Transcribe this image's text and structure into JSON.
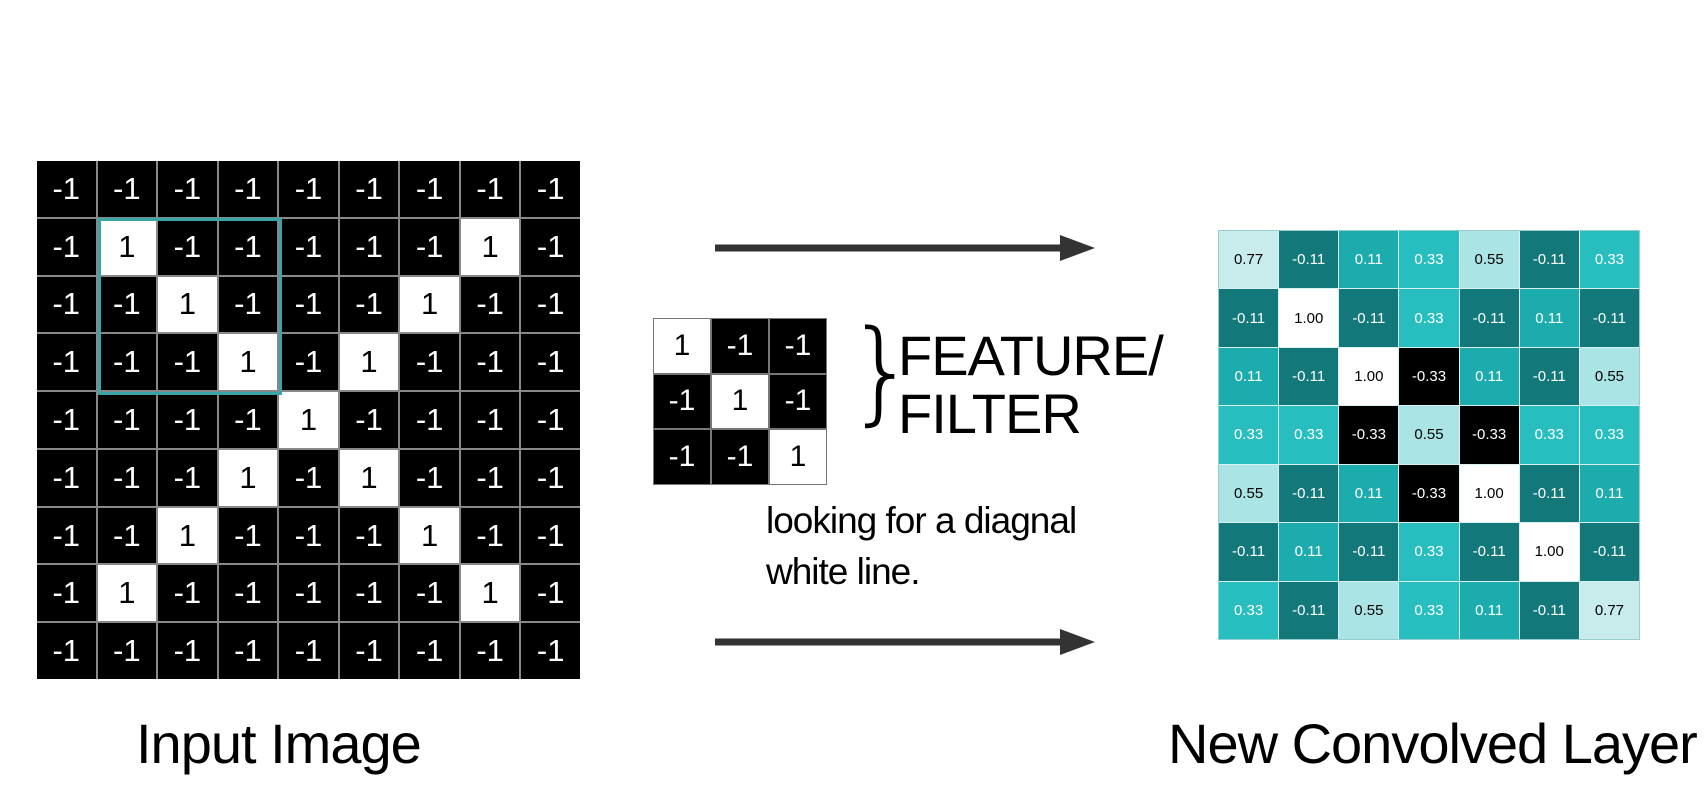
{
  "input_image": {
    "title": "Input Image",
    "values": [
      [
        "-1",
        "-1",
        "-1",
        "-1",
        "-1",
        "-1",
        "-1",
        "-1",
        "-1"
      ],
      [
        "-1",
        "1",
        "-1",
        "-1",
        "-1",
        "-1",
        "-1",
        "1",
        "-1"
      ],
      [
        "-1",
        "-1",
        "1",
        "-1",
        "-1",
        "-1",
        "1",
        "-1",
        "-1"
      ],
      [
        "-1",
        "-1",
        "-1",
        "1",
        "-1",
        "1",
        "-1",
        "-1",
        "-1"
      ],
      [
        "-1",
        "-1",
        "-1",
        "-1",
        "1",
        "-1",
        "-1",
        "-1",
        "-1"
      ],
      [
        "-1",
        "-1",
        "-1",
        "1",
        "-1",
        "1",
        "-1",
        "-1",
        "-1"
      ],
      [
        "-1",
        "-1",
        "1",
        "-1",
        "-1",
        "-1",
        "1",
        "-1",
        "-1"
      ],
      [
        "-1",
        "1",
        "-1",
        "-1",
        "-1",
        "-1",
        "-1",
        "1",
        "-1"
      ],
      [
        "-1",
        "-1",
        "-1",
        "-1",
        "-1",
        "-1",
        "-1",
        "-1",
        "-1"
      ]
    ]
  },
  "filter": {
    "label_line1": "FEATURE/",
    "label_line2": "FILTER",
    "note_line1": "looking for a diagnal",
    "note_line2": "white line.",
    "values": [
      [
        "1",
        "-1",
        "-1"
      ],
      [
        "-1",
        "1",
        "-1"
      ],
      [
        "-1",
        "-1",
        "1"
      ]
    ]
  },
  "convolved_layer": {
    "title": "New Convolved Layer",
    "values": [
      [
        "0.77",
        "-0.11",
        "0.11",
        "0.33",
        "0.55",
        "-0.11",
        "0.33"
      ],
      [
        "-0.11",
        "1.00",
        "-0.11",
        "0.33",
        "-0.11",
        "0.11",
        "-0.11"
      ],
      [
        "0.11",
        "-0.11",
        "1.00",
        "-0.33",
        "0.11",
        "-0.11",
        "0.55"
      ],
      [
        "0.33",
        "0.33",
        "-0.33",
        "0.55",
        "-0.33",
        "0.33",
        "0.33"
      ],
      [
        "0.55",
        "-0.11",
        "0.11",
        "-0.33",
        "1.00",
        "-0.11",
        "0.11"
      ],
      [
        "-0.11",
        "0.11",
        "-0.11",
        "0.33",
        "-0.11",
        "1.00",
        "-0.11"
      ],
      [
        "0.33",
        "-0.11",
        "0.55",
        "0.33",
        "0.11",
        "-0.11",
        "0.77"
      ]
    ]
  },
  "colors": {
    "highlight": "#3aa5a6",
    "arrow": "#333333",
    "heat_low": "#000000",
    "heat_mid": "#1aa5a7",
    "heat_high": "#ffffff"
  }
}
